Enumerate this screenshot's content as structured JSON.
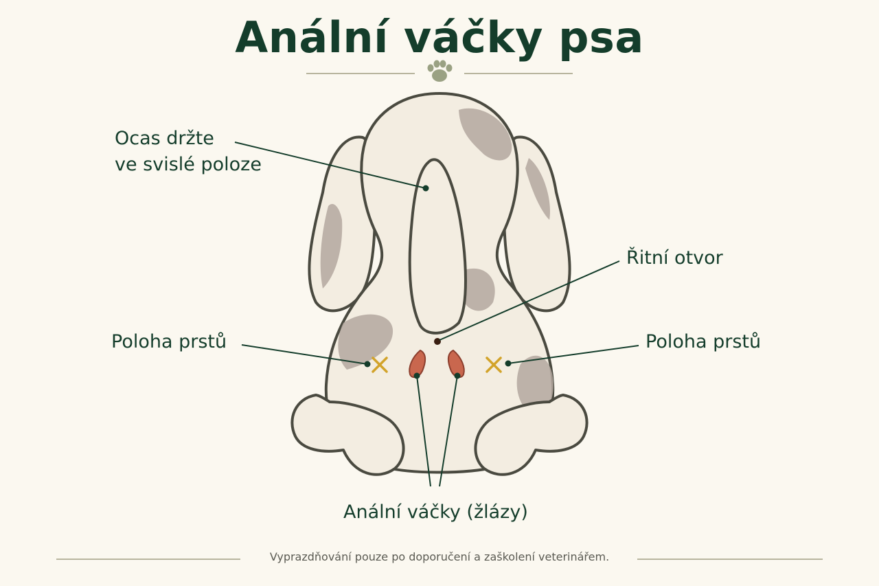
{
  "title": "Anální váčky psa",
  "labels": {
    "tail": [
      "Ocas držte",
      "ve svislé poloze"
    ],
    "anus": "Řitní otvor",
    "finger_left": "Poloha prstů",
    "finger_right": "Poloha prstů",
    "glands": "Anální váčky (žlázy)"
  },
  "footer_note": "Vyprazdňování pouze po doporučení a zaškolení veterinářem.",
  "icons": {
    "title_ornament": "paw-icon",
    "finger_marker": "x-mark-icon"
  },
  "colors": {
    "title": "#143d2b",
    "text": "#143d2b",
    "background": "#fbf8f0",
    "fur": "#f3ede1",
    "spots": "#b3a79f",
    "outline": "#4a4a40",
    "gland": "#c9674e",
    "finger_marker": "#d2a32a",
    "divider": "#b8b59e"
  }
}
